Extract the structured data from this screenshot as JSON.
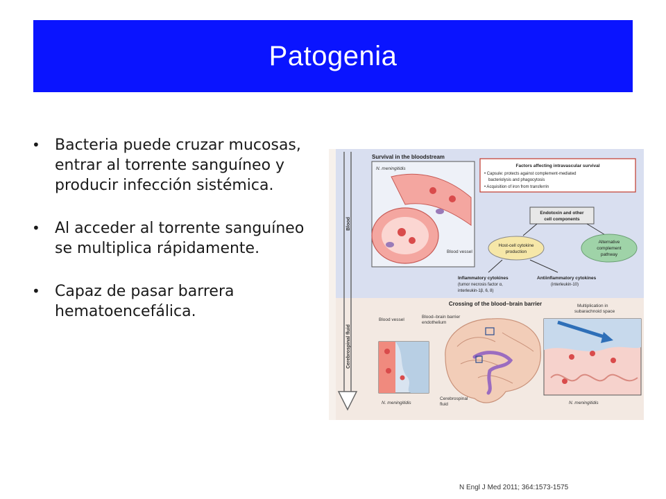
{
  "slide": {
    "title": "Patogenia",
    "bullets": [
      "Bacteria puede cruzar mucosas, entrar al torrente sanguíneo y producir infección sistémica.",
      "Al acceder al torrente sanguíneo se multiplica rápidamente.",
      "Capaz de pasar barrera hematoencefálica."
    ],
    "citation": "N Engl J Med 2011; 364:1573-1575"
  },
  "figure": {
    "axis_blood": "Blood",
    "axis_csf": "Cerebrospinal fluid",
    "survival_title": "Survival in the bloodstream",
    "n_meningitidis": "N. meningitidis",
    "blood_vessel": "Blood vessel",
    "factors_title": "Factors affecting intravascular survival",
    "factor_capsule_1": "• Capsule: protects against complement-mediated",
    "factor_capsule_2": "bacteriolysis and phagocytosis",
    "factor_iron": "• Acquisition of iron from transferrin",
    "endotoxin_1": "Endotoxin and other",
    "endotoxin_2": "cell components",
    "host_cytokine_1": "Host-cell cytokine",
    "host_cytokine_2": "production",
    "alt_complement_1": "Alternative",
    "alt_complement_2": "complement",
    "alt_complement_3": "pathway",
    "inflam_title": "Inflammatory cytokines",
    "inflam_1": "(tumor necrosis factor α,",
    "inflam_2": "interleukin-1β, 6, 8)",
    "antiinflam_title": "Antiinflammatory cytokines",
    "antiinflam_1": "(interleukin-10)",
    "crossing_title": "Crossing of the blood–brain barrier",
    "blood_vessel_lower": "Blood vessel",
    "bbb_endo_1": "Blood–brain barrier",
    "bbb_endo_2": "endothelium",
    "multiplication_1": "Multiplication in",
    "multiplication_2": "subarachnoid space",
    "csf_1": "Cerebrospinal",
    "csf_2": "fluid",
    "n_men_lower_left": "N. meningitidis",
    "n_men_lower_right": "N. meningitidis"
  },
  "colors": {
    "title_bg": "#0a14ff",
    "title_text": "#ffffff",
    "figure_upper_bg": "#d9dff0",
    "figure_lower_bg": "#f3e9e2",
    "factors_border": "#c0392b",
    "endotoxin_fill": "#e8e8e8",
    "alt_complement_fill": "#9fd3a8",
    "host_cytokine_fill": "#f6e7a8"
  }
}
